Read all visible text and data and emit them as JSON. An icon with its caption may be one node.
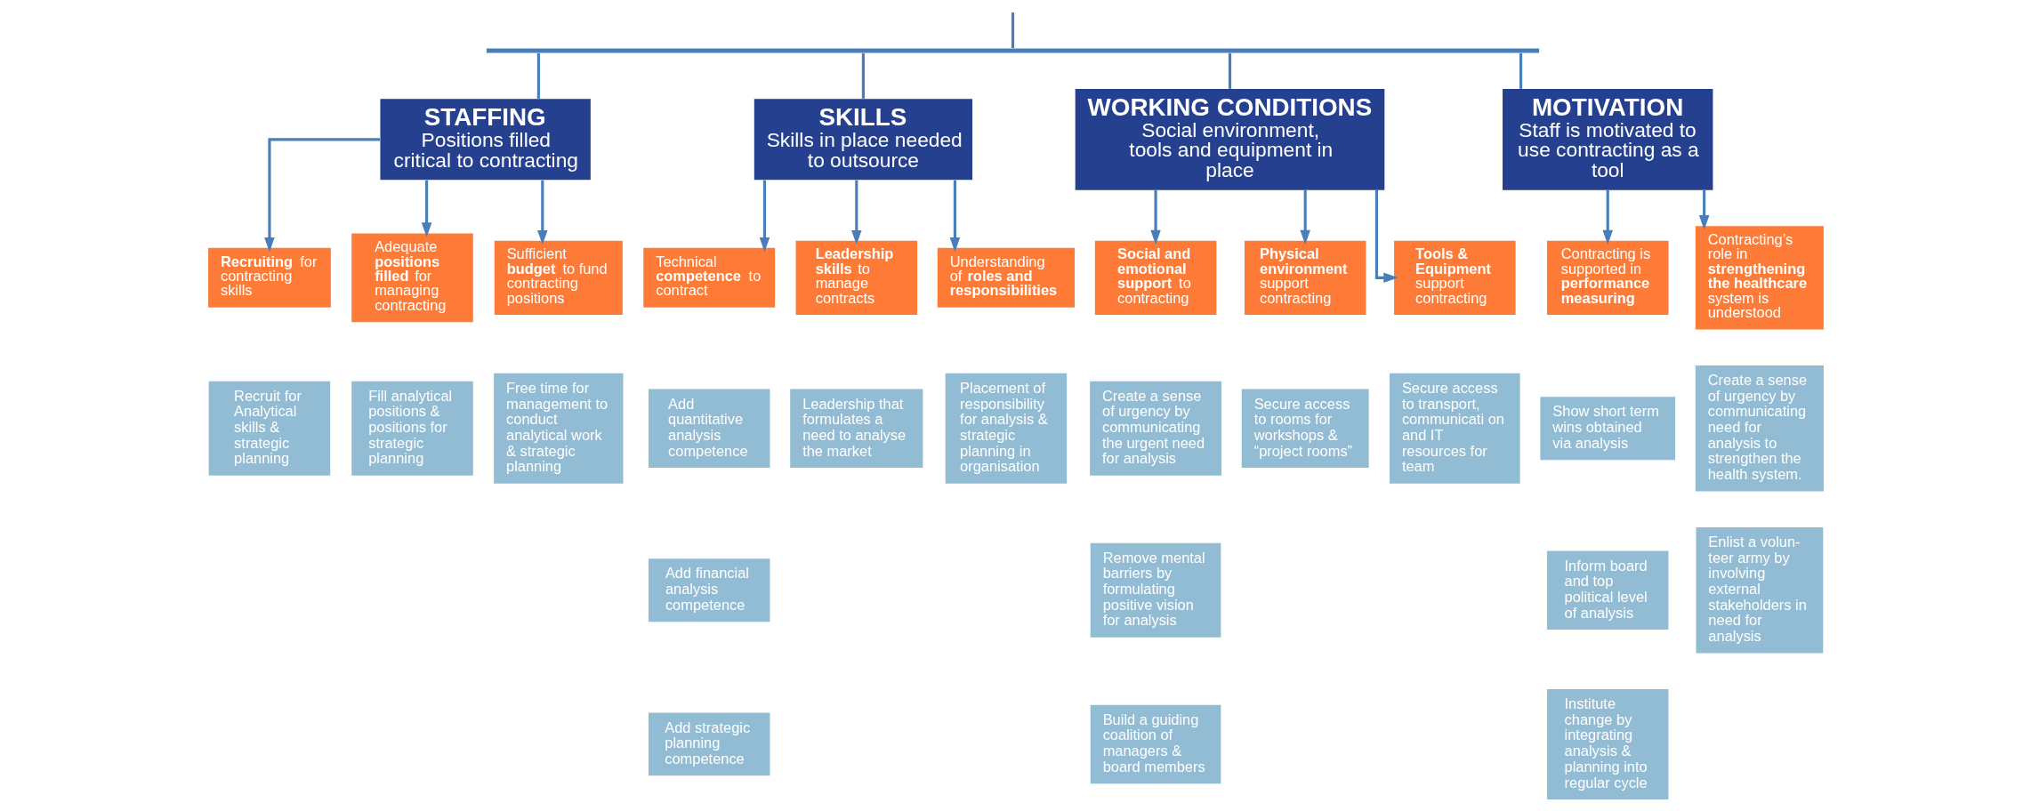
{
  "diagram": {
    "nodes": [
      {
        "text": [
          "STAFFING",
          "Positions filled critical to contracting"
        ]
      },
      {
        "text": [
          "**Recruiting** for contracting skills"
        ]
      },
      {
        "text": [
          "Recruit for Analytical skills & strategic planning"
        ]
      },
      {
        "text": [
          "Adequate **positions filled** for managing contracting"
        ]
      },
      {
        "text": [
          "Fill analytical positions & positions for strategic planning"
        ]
      },
      {
        "text": [
          "Sufficient **budget** to fund contracting positions"
        ]
      },
      {
        "text": [
          "Free time for management to conduct analytical work & strategic planning"
        ]
      },
      {
        "text": [
          "SKILLS",
          "Skills in place needed to outsource"
        ]
      },
      {
        "text": [
          "Technical **competence** to contract"
        ]
      },
      {
        "text": [
          "Add quantitative analysis competence"
        ]
      },
      {
        "text": [
          "Add financial analysis competence"
        ]
      },
      {
        "text": [
          "Add strategic planning competence"
        ]
      },
      {
        "text": [
          "**Leadership skills** to manage contracts"
        ]
      },
      {
        "text": [
          "Leadership that formulates a need to analyse the market"
        ]
      },
      {
        "text": [
          "Understanding of **roles and responsibilities**"
        ]
      },
      {
        "text": [
          "Placement of responsibility for analysis & strategic planning in organisation"
        ]
      },
      {
        "text": [
          "WORKING CONDITIONS",
          "Social environment, tools and equipment in place"
        ]
      },
      {
        "text": [
          "**Social and emotional support** to contracting"
        ]
      },
      {
        "text": [
          "Create a sense of urgency by communicating the urgent need for analysis"
        ]
      },
      {
        "text": [
          "Remove mental barriers by formulating positive vision for analysis"
        ]
      },
      {
        "text": [
          "Build a guiding coalition of managers & board members"
        ]
      },
      {
        "text": [
          "**Physical environment** support contracting"
        ]
      },
      {
        "text": [
          "Secure access to rooms for workshops & “project rooms”"
        ]
      },
      {
        "text": [
          "**Tools & Equipment** support contracting"
        ]
      },
      {
        "text": [
          "Secure access to transport, communicati on and IT resources for team"
        ]
      },
      {
        "text": [
          "MOTIVATION",
          "Staff is motivated to use contracting as a tool"
        ]
      },
      {
        "text": [
          "Contracting is supported in **performance measuring**"
        ]
      },
      {
        "text": [
          "Show short term wins obtained via analysis"
        ]
      },
      {
        "text": [
          "Inform board and top political level of analysis"
        ]
      },
      {
        "text": [
          "Institute change by integrating analysis & planning into regular cycle"
        ]
      },
      {
        "text": [
          "Contracting’s role in **strengthening the healthcare** system is understood"
        ]
      },
      {
        "text": [
          "Create a sense of urgency by communicating need for analysis to strengthen the health system."
        ]
      },
      {
        "text": [
          "Enlist a volun- teer army by involving external stakeholders in need for analysis"
        ]
      },
      {
        "text": [],
        "shape": "bar"
      }
    ],
    "edges": [
      {
        "from": null,
        "to": 33,
        "arrow": "none"
      },
      {
        "from": 33,
        "to": 0,
        "arrow": "none"
      },
      {
        "from": 33,
        "to": 7,
        "arrow": "none"
      },
      {
        "from": 33,
        "to": 16,
        "arrow": "none"
      },
      {
        "from": 33,
        "to": 25,
        "arrow": "none"
      },
      {
        "from": 0,
        "to": 1,
        "arrow": "to"
      },
      {
        "from": 0,
        "to": 3,
        "arrow": "to"
      },
      {
        "from": 0,
        "to": 5,
        "arrow": "to"
      },
      {
        "from": 7,
        "to": 8,
        "arrow": "to"
      },
      {
        "from": 7,
        "to": 12,
        "arrow": "to"
      },
      {
        "from": 7,
        "to": 14,
        "arrow": "to"
      },
      {
        "from": 16,
        "to": 17,
        "arrow": "to"
      },
      {
        "from": 16,
        "to": 21,
        "arrow": "to"
      },
      {
        "from": 16,
        "to": 23,
        "arrow": "to"
      },
      {
        "from": 25,
        "to": 26,
        "arrow": "to"
      },
      {
        "from": 25,
        "to": 30,
        "arrow": "to"
      }
    ]
  }
}
